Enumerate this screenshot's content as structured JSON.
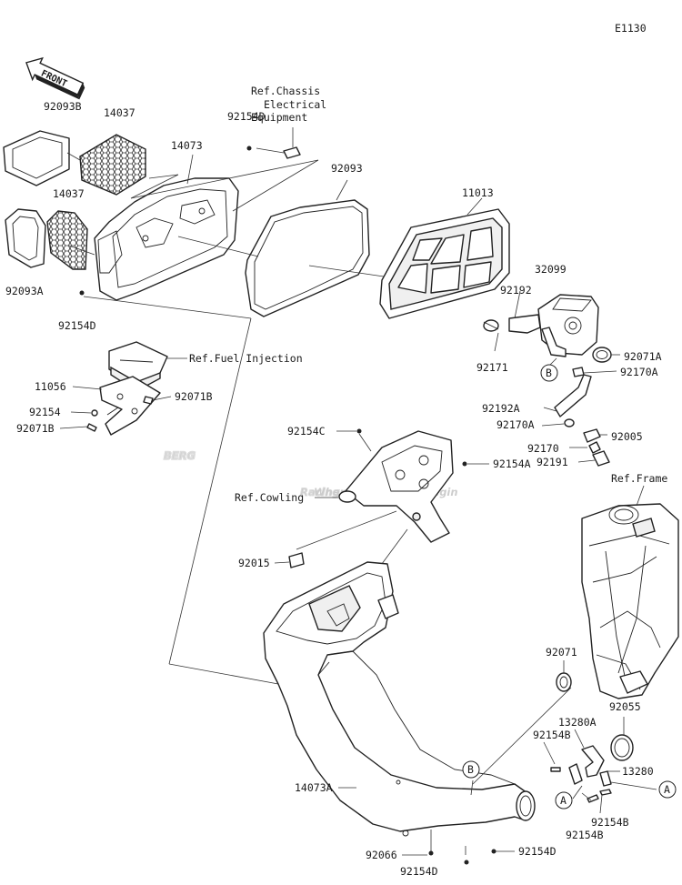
{
  "diagram_code": "E1130",
  "front_label": "FRONT",
  "watermark": {
    "brand": "BERG",
    "sub": "Racing",
    "tagline": "Where Champions Begin"
  },
  "ref_labels": {
    "chassis_electrical": [
      "Ref.Chassis",
      "Electrical",
      "Equipment"
    ],
    "fuel_injection": "Ref.Fuel Injection",
    "cowling": "Ref.Cowling",
    "frame": "Ref.Frame"
  },
  "callouts": {
    "p92093B": "92093B",
    "p14037_top": "14037",
    "p14037_left": "14037",
    "p92093A": "92093A",
    "p14073": "14073",
    "p92154D_top": "92154D",
    "p92093": "92093",
    "p11013": "11013",
    "p92154D_left": "92154D",
    "p32099": "32099",
    "p92192": "92192",
    "p92171": "92171",
    "p92071A": "92071A",
    "p92170A_1": "92170A",
    "p92192A": "92192A",
    "p92170A_2": "92170A",
    "p92005": "92005",
    "p92170": "92170",
    "p92191": "92191",
    "p11056": "11056",
    "p92154": "92154",
    "p92071B_1": "92071B",
    "p92071B_2": "92071B",
    "p92154C": "92154C",
    "p92154A": "92154A",
    "p92015": "92015",
    "p92071": "92071",
    "p92055": "92055",
    "p13280A": "13280A",
    "p92154B_1": "92154B",
    "p13280": "13280",
    "p14073A": "14073A",
    "p92154B_2": "92154B",
    "p92154B_3": "92154B",
    "p92066": "92066",
    "p92154D_b1": "92154D",
    "p92154D_b2": "92154D"
  },
  "markers": {
    "A1": "A",
    "A2": "A",
    "B1": "B",
    "B2": "B"
  }
}
